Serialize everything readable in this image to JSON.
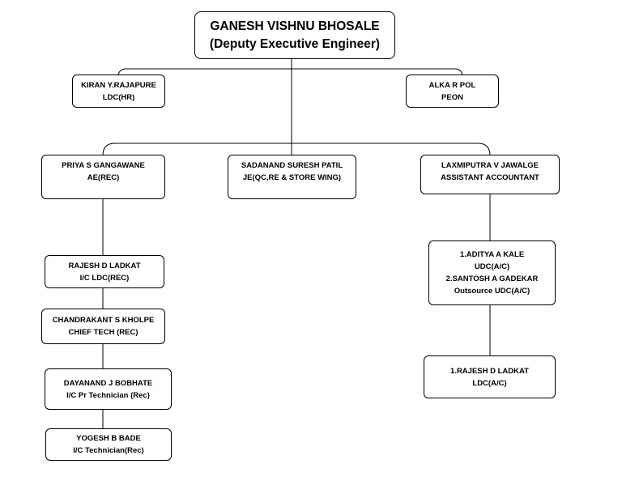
{
  "root": {
    "name": "GANESH VISHNU BHOSALE",
    "title": "(Deputy Executive Engineer)"
  },
  "staff": {
    "kiran": {
      "name": "KIRAN Y.RAJAPURE",
      "role": "LDC(HR)"
    },
    "alka": {
      "name": "ALKA R POL",
      "role": "PEON"
    }
  },
  "branches": {
    "priya": {
      "name": "PRIYA S GANGAWANE",
      "role": "AE(REC)"
    },
    "sadanand": {
      "name": "SADANAND SURESH PATIL",
      "role": "JE(QC,RE & STORE WING)"
    },
    "laxmiputra": {
      "name": "LAXMIPUTRA V JAWALGE",
      "role": "ASSISTANT ACCOUNTANT"
    }
  },
  "rec_chain": {
    "rajesh": {
      "name": "RAJESH D LADKAT",
      "role": "I/C LDC(REC)"
    },
    "chandrakant": {
      "name": "CHANDRAKANT S KHOLPE",
      "role": "CHIEF TECH (REC)"
    },
    "dayanand": {
      "name": "DAYANAND J BOBHATE",
      "role": "I/C Pr Technician (Rec)"
    },
    "yogesh": {
      "name": "YOGESH B BADE",
      "role": "I/C Technician(Rec)"
    }
  },
  "accounts_chain": {
    "aditya_santosh": {
      "line1": "1.ADITYA A KALE",
      "line2": "UDC(A/C)",
      "line3": "2.SANTOSH A GADEKAR",
      "line4": "Outsource UDC(A/C)"
    },
    "rajesh_ac": {
      "name": "1.RAJESH D LADKAT",
      "role": "LDC(A/C)"
    }
  }
}
